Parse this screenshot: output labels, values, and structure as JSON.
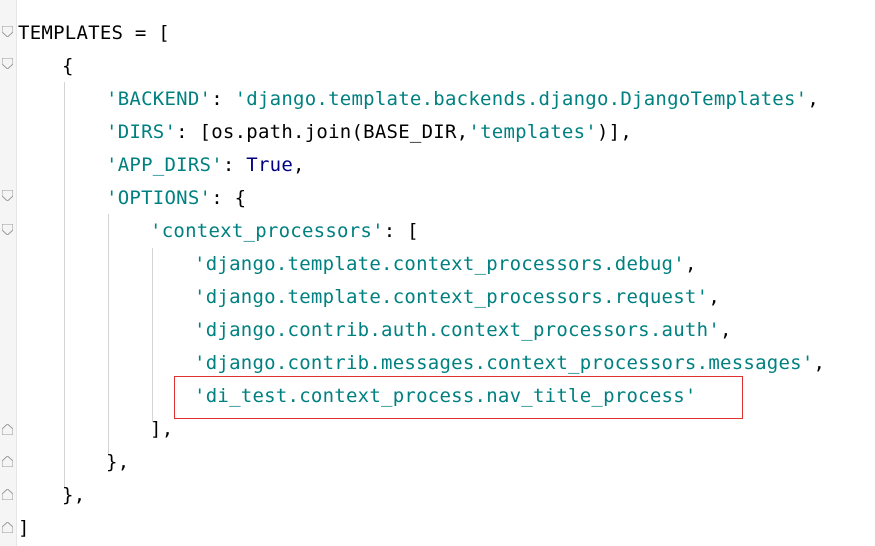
{
  "editor": {
    "lines": [
      [
        {
          "t": "TEMPLATES = [",
          "c": "punct"
        }
      ],
      [
        {
          "t": "{",
          "c": "punct"
        }
      ],
      [
        {
          "t": "'BACKEND'",
          "c": "str"
        },
        {
          "t": ": ",
          "c": "punct"
        },
        {
          "t": "'django.template.backends.django.DjangoTemplates'",
          "c": "str"
        },
        {
          "t": ",",
          "c": "punct"
        }
      ],
      [
        {
          "t": "'DIRS'",
          "c": "str"
        },
        {
          "t": ": [os.path.join(BASE_DIR,",
          "c": "punct"
        },
        {
          "t": "'templates'",
          "c": "str"
        },
        {
          "t": ")],",
          "c": "punct"
        }
      ],
      [
        {
          "t": "'APP_DIRS'",
          "c": "str"
        },
        {
          "t": ": ",
          "c": "punct"
        },
        {
          "t": "True",
          "c": "kw"
        },
        {
          "t": ",",
          "c": "punct"
        }
      ],
      [
        {
          "t": "'OPTIONS'",
          "c": "str"
        },
        {
          "t": ": {",
          "c": "punct"
        }
      ],
      [
        {
          "t": "'context_processors'",
          "c": "str"
        },
        {
          "t": ": [",
          "c": "punct"
        }
      ],
      [
        {
          "t": "'django.template.context_processors.debug'",
          "c": "str"
        },
        {
          "t": ",",
          "c": "punct"
        }
      ],
      [
        {
          "t": "'django.template.context_processors.request'",
          "c": "str"
        },
        {
          "t": ",",
          "c": "punct"
        }
      ],
      [
        {
          "t": "'django.contrib.auth.context_processors.auth'",
          "c": "str"
        },
        {
          "t": ",",
          "c": "punct"
        }
      ],
      [
        {
          "t": "'django.contrib.messages.context_processors.messages'",
          "c": "str"
        },
        {
          "t": ",",
          "c": "punct"
        }
      ],
      [
        {
          "t": "'di_test.context_process.nav_title_process'",
          "c": "str"
        }
      ],
      [
        {
          "t": "],",
          "c": "punct"
        }
      ],
      [
        {
          "t": "},",
          "c": "punct"
        }
      ],
      [
        {
          "t": "},",
          "c": "punct"
        }
      ],
      [
        {
          "t": "]",
          "c": "punct"
        }
      ]
    ],
    "highlighted_line": 11,
    "colors": {
      "string": "#008080",
      "keyword": "#000080",
      "punctuation": "#000000",
      "highlight_border": "#e03030",
      "indent_guide": "#d4d4d4"
    }
  }
}
